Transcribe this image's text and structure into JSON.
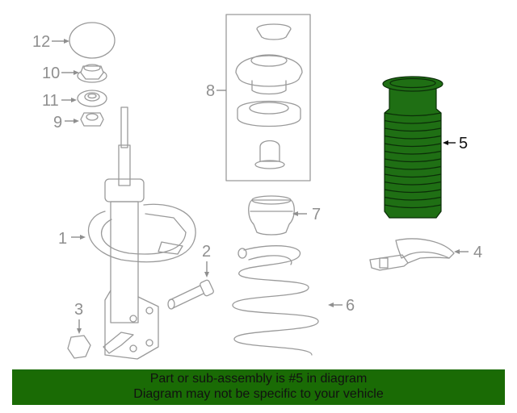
{
  "diagram": {
    "labels": {
      "p1": "1",
      "p2": "2",
      "p3": "3",
      "p4": "4",
      "p5": "5",
      "p6": "6",
      "p7": "7",
      "p8": "8",
      "p9": "9",
      "p10": "10",
      "p11": "11",
      "p12": "12"
    },
    "highlight_part": "5",
    "highlight_color": "#1f6f14",
    "label_color": "#8f8f8f"
  },
  "banner": {
    "line1": "Part or sub-assembly is #5 in diagram",
    "line2": "Diagram may not be specific to your vehicle",
    "background": "#1a6b05"
  }
}
